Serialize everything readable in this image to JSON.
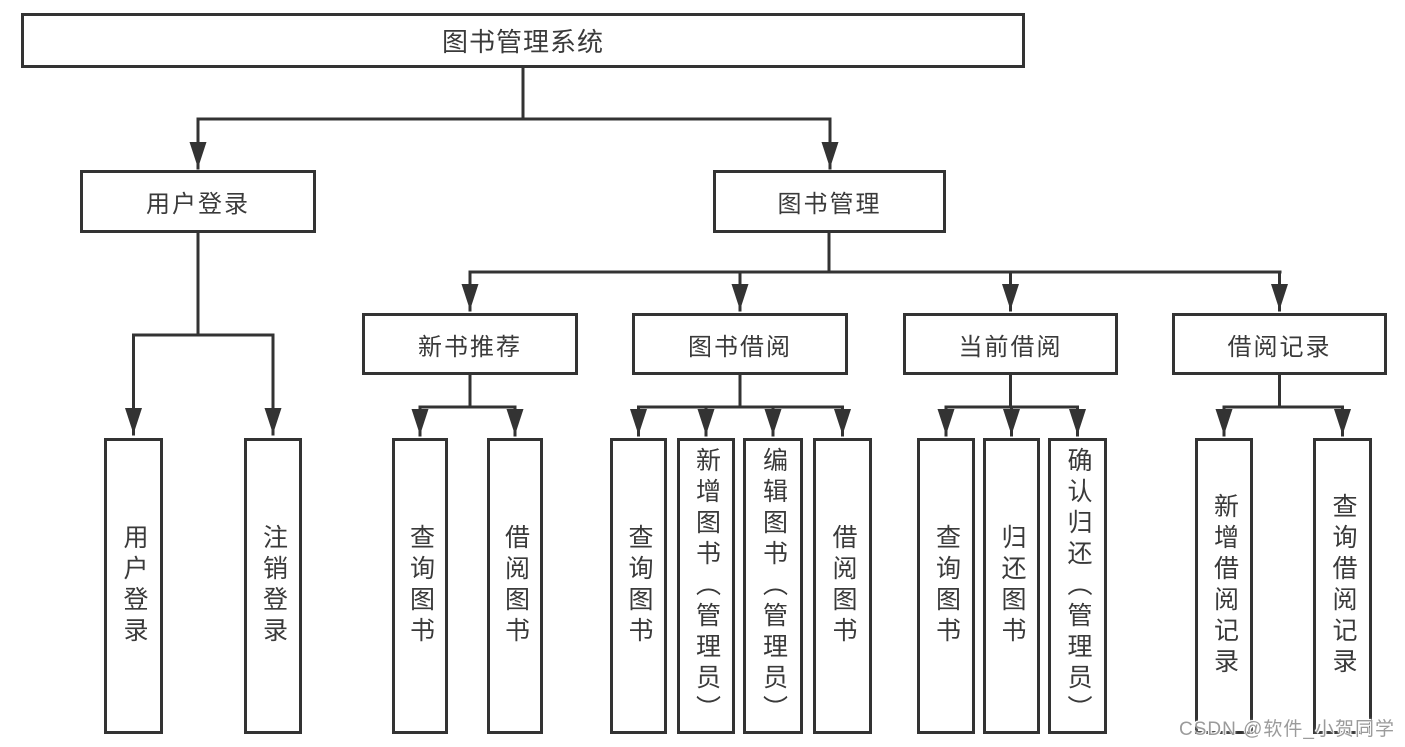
{
  "tree": {
    "label": "图书管理系统",
    "children": [
      {
        "label": "用户登录",
        "children": [
          {
            "label": "用户登录"
          },
          {
            "label": "注销登录"
          }
        ]
      },
      {
        "label": "图书管理",
        "children": [
          {
            "label": "新书推荐",
            "children": [
              {
                "label": "查询图书"
              },
              {
                "label": "借阅图书"
              }
            ]
          },
          {
            "label": "图书借阅",
            "children": [
              {
                "label": "查询图书"
              },
              {
                "label": "新增图书（管理员）"
              },
              {
                "label": "编辑图书（管理员）"
              },
              {
                "label": "借阅图书"
              }
            ]
          },
          {
            "label": "当前借阅",
            "children": [
              {
                "label": "查询图书"
              },
              {
                "label": "归还图书"
              },
              {
                "label": "确认归还（管理员）"
              }
            ]
          },
          {
            "label": "借阅记录",
            "children": [
              {
                "label": "新增借阅记录"
              },
              {
                "label": "查询借阅记录"
              }
            ]
          }
        ]
      }
    ]
  },
  "watermark": {
    "text": "CSDN @软件_小贺同学"
  },
  "colors": {
    "line": "#333333",
    "text": "#3a3a3a",
    "background": "#ffffff",
    "watermark": "#9b9b9b"
  }
}
